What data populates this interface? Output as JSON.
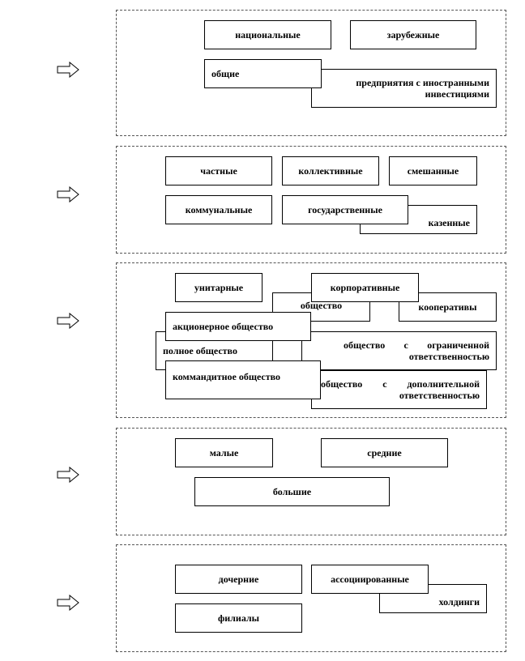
{
  "groups": [
    {
      "items": [
        "национальные",
        "зарубежные",
        "общие",
        "предприятия с иностранными инвестициями"
      ]
    },
    {
      "items": [
        "частные",
        "коллективные",
        "смешанные",
        "коммунальные",
        "государственные",
        "казенные"
      ]
    },
    {
      "items": [
        "унитарные",
        "корпоративные",
        "общество",
        "кооперативы",
        "акционерное общество",
        "полное общество",
        "общество с ограниченной ответственностью",
        "коммандитное общество",
        "общество с дополнительной ответственностью"
      ]
    },
    {
      "items": [
        "малые",
        "средние",
        "большие"
      ]
    },
    {
      "items": [
        "дочерние",
        "ассоциированные",
        "холдинги",
        "филиалы"
      ]
    }
  ]
}
